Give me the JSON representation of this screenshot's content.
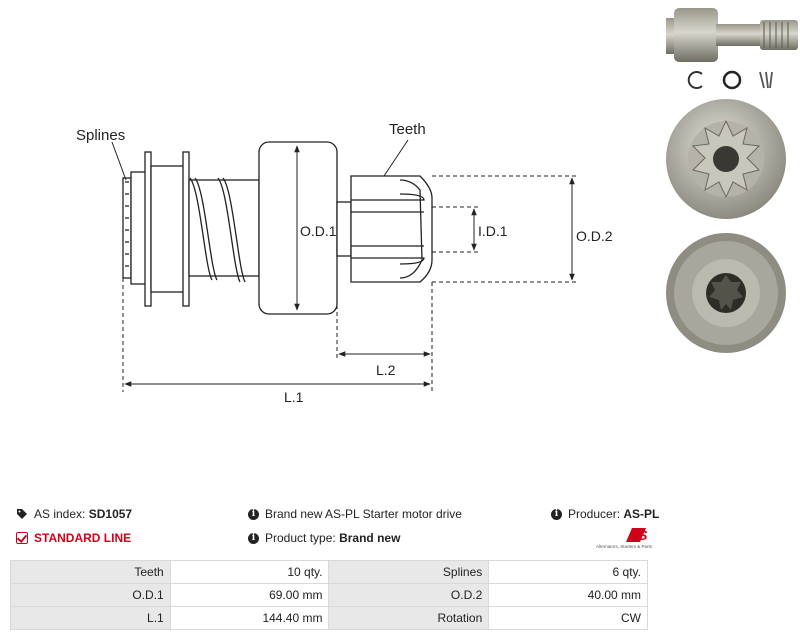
{
  "drawing": {
    "labels": {
      "splines": "Splines",
      "teeth": "Teeth",
      "od1": "O.D.1",
      "od2": "O.D.2",
      "id1": "I.D.1",
      "l1": "L.1",
      "l2": "L.2"
    }
  },
  "photos": {
    "side": "starter-drive-side-photo",
    "rings": "retaining-rings-photo",
    "front": "pinion-front-photo",
    "back": "splined-back-photo"
  },
  "info": {
    "as_index_label": "AS index:",
    "as_index_value": "SD1057",
    "standard_line": "STANDARD LINE",
    "description": "Brand new AS-PL Starter motor drive",
    "product_type_label": "Product type:",
    "product_type_value": "Brand new",
    "producer_label": "Producer:",
    "producer_value": "AS-PL"
  },
  "logo": {
    "text": "AS",
    "tagline": "Alternators, Starters & Parts"
  },
  "colors": {
    "accent_red": "#d0021b",
    "label_bg": "#e8e8e8",
    "border": "#d9d9d9"
  },
  "spec_table": {
    "rows": [
      [
        {
          "label": "Teeth",
          "value": "10 qty."
        },
        {
          "label": "Splines",
          "value": "6 qty."
        }
      ],
      [
        {
          "label": "O.D.1",
          "value": "69.00 mm"
        },
        {
          "label": "O.D.2",
          "value": "40.00 mm"
        }
      ],
      [
        {
          "label": "L.1",
          "value": "144.40 mm"
        },
        {
          "label": "Rotation",
          "value": "CW"
        }
      ]
    ]
  }
}
